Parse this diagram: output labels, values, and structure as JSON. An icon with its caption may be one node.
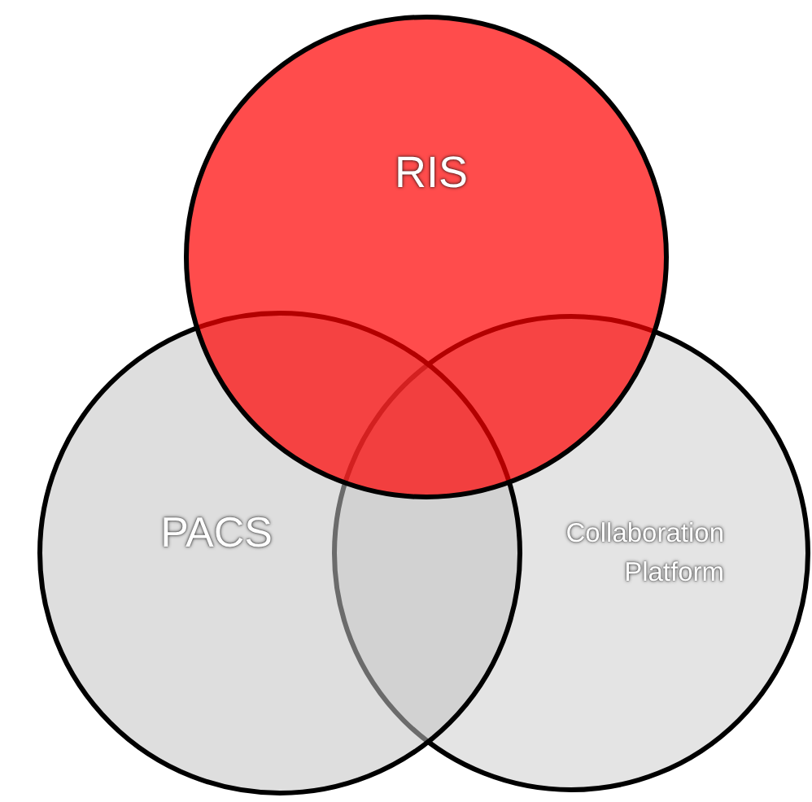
{
  "diagram": {
    "nodes": [
      {
        "text": [
          "RIS"
        ]
      },
      {
        "text": [
          "PACS"
        ]
      },
      {
        "text": [
          "Collaboration Platform"
        ]
      }
    ]
  }
}
